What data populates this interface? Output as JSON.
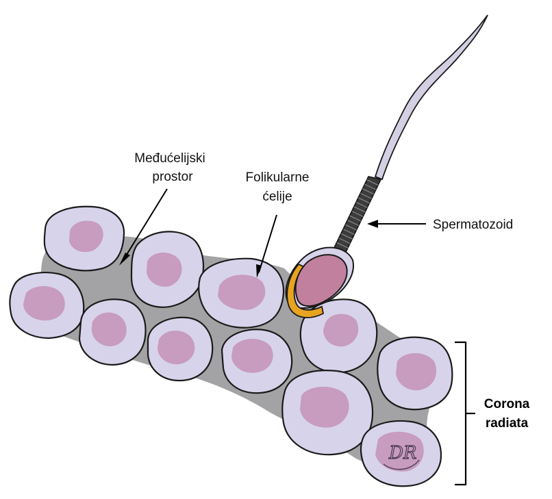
{
  "labels": {
    "intercellular_line1": "Međućelijski",
    "intercellular_line2": "prostor",
    "follicular_line1": "Folikularne",
    "follicular_line2": "ćelije",
    "sperm": "Spermatozoid",
    "corona_line1": "Corona",
    "corona_line2": "radiata",
    "signature": "DR"
  },
  "colors": {
    "matrix": "#a3a3a5",
    "cell_fill": "#d7d3ea",
    "nucleus": "#c79cbe",
    "outline": "#1a1a1a",
    "sperm_head": "#c0809e",
    "acrosome": "#e8a420",
    "midpiece": "#3c3c3c",
    "tail": "#d4cfe3"
  }
}
